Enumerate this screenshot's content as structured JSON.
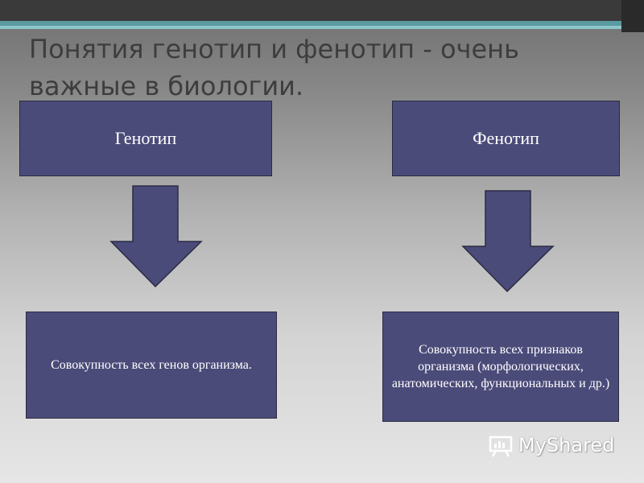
{
  "title": "Понятия генотип и фенотип - очень важные в биологии.",
  "left": {
    "header": "Генотип",
    "description": "Совокупность всех генов организма."
  },
  "right": {
    "header": "Фенотип",
    "description": "Совокупность всех признаков организма (морфологических, анатомических, функциональных и др.)"
  },
  "watermark": "MyShared",
  "colors": {
    "box_fill": "#4b4b7a",
    "text": "#ffffff",
    "title": "#3d3d3d"
  }
}
